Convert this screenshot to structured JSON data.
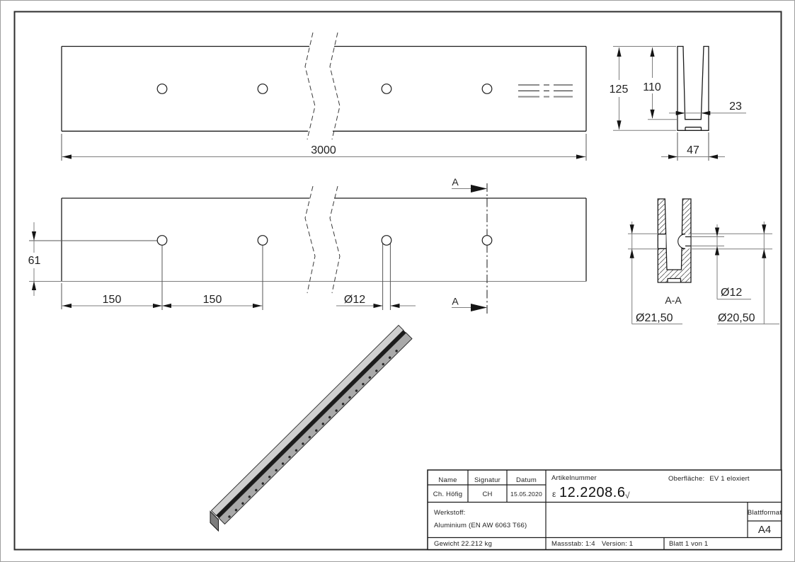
{
  "views": {
    "top_view": {
      "length": "3000"
    },
    "profile_view": {
      "total_height": "125",
      "inner_depth": "110",
      "slot_width": "23",
      "outer_width": "47"
    },
    "hole_view": {
      "edge_distance": "61",
      "pitch_1": "150",
      "pitch_2": "150",
      "hole_diameter": "Ø12",
      "section_arrow_label": "A"
    },
    "section_view": {
      "label": "A-A",
      "counterbore_left": "Ø21,50",
      "through_hole": "Ø12",
      "counterbore_right": "Ø20,50"
    }
  },
  "title_block": {
    "name_header": "Name",
    "signature_header": "Signatur",
    "date_header": "Datum",
    "name": "Ch. Höfig",
    "signature": "CH",
    "date": "15.05.2020",
    "article_number_label": "Artikelnummer",
    "article_number_prefix": "ε",
    "article_number": "12.2208.6",
    "article_number_suffix": "√",
    "surface_label": "Oberfläche:",
    "surface_value": "EV 1 eloxiert",
    "material_label": "Werkstoff:",
    "material_value": "Aluminium (EN AW 6063 T66)",
    "sheet_format_label": "Blattformat",
    "sheet_format": "A4",
    "weight": "Gewicht 22.212 kg",
    "scale": "Massstab: 1:4",
    "version": "Version: 1",
    "sheet": "Blatt 1 von 1"
  },
  "colors": {
    "line": "#1c1c1c",
    "thin_line": "#7d7d7d",
    "background": "#ffffff",
    "iso_face": "#a9a9a9",
    "iso_top": "#cfcfcf"
  }
}
